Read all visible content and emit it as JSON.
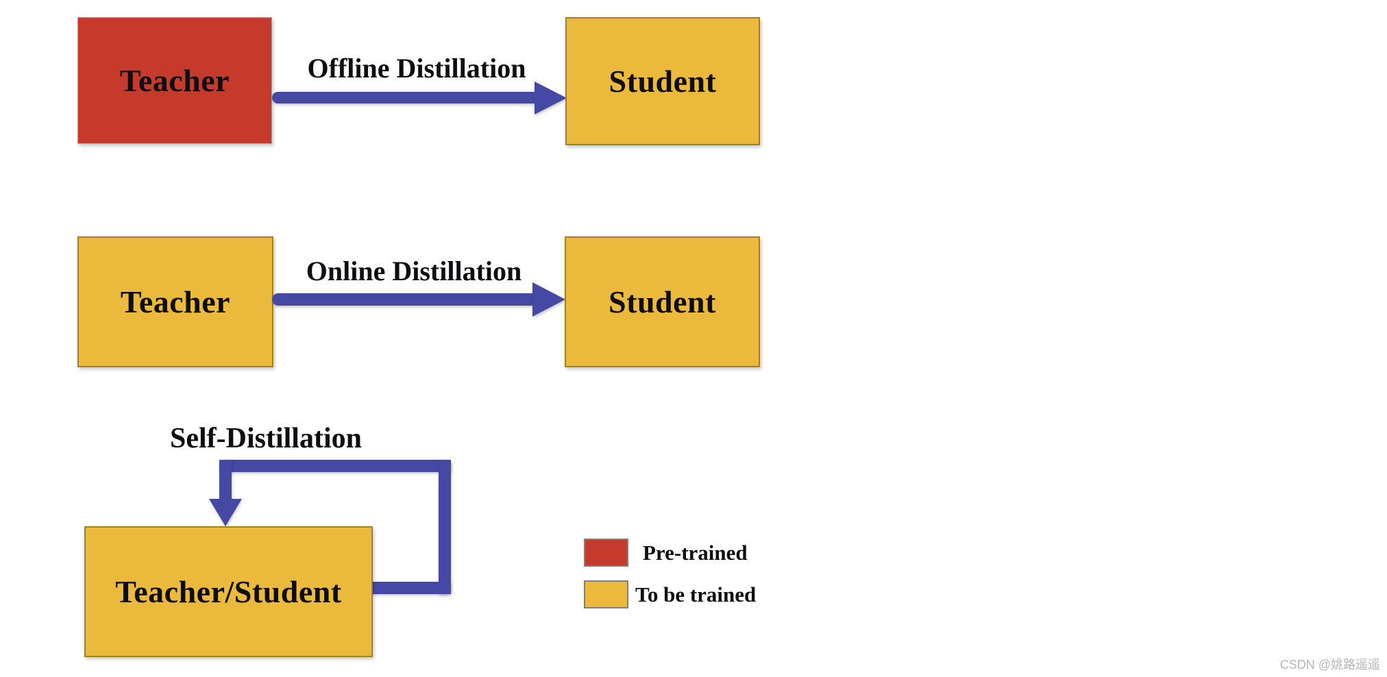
{
  "colors": {
    "pretrained_red": "#C63A2C",
    "trained_yellow": "#EBB93C",
    "yellow_border": "#A1821E",
    "red_border": "#A8A8A8",
    "arrow_blue": "#4649A4",
    "legend_swatch_border": "#7F7F7F",
    "text": "#0D0D12",
    "watermark_gray": "#B5B5B5"
  },
  "diagram": {
    "offline": {
      "left_box": "Teacher",
      "arrow_label": "Offline Distillation",
      "right_box": "Student"
    },
    "online": {
      "left_box": "Teacher",
      "arrow_label": "Online Distillation",
      "right_box": "Student"
    },
    "self": {
      "arrow_label": "Self-Distillation",
      "box": "Teacher/Student"
    }
  },
  "legend": {
    "items": [
      {
        "label": "Pre-trained",
        "color": "#C63A2C"
      },
      {
        "label": "To be trained",
        "color": "#EBB93C"
      }
    ]
  },
  "watermark": "CSDN @姚路遥遥"
}
